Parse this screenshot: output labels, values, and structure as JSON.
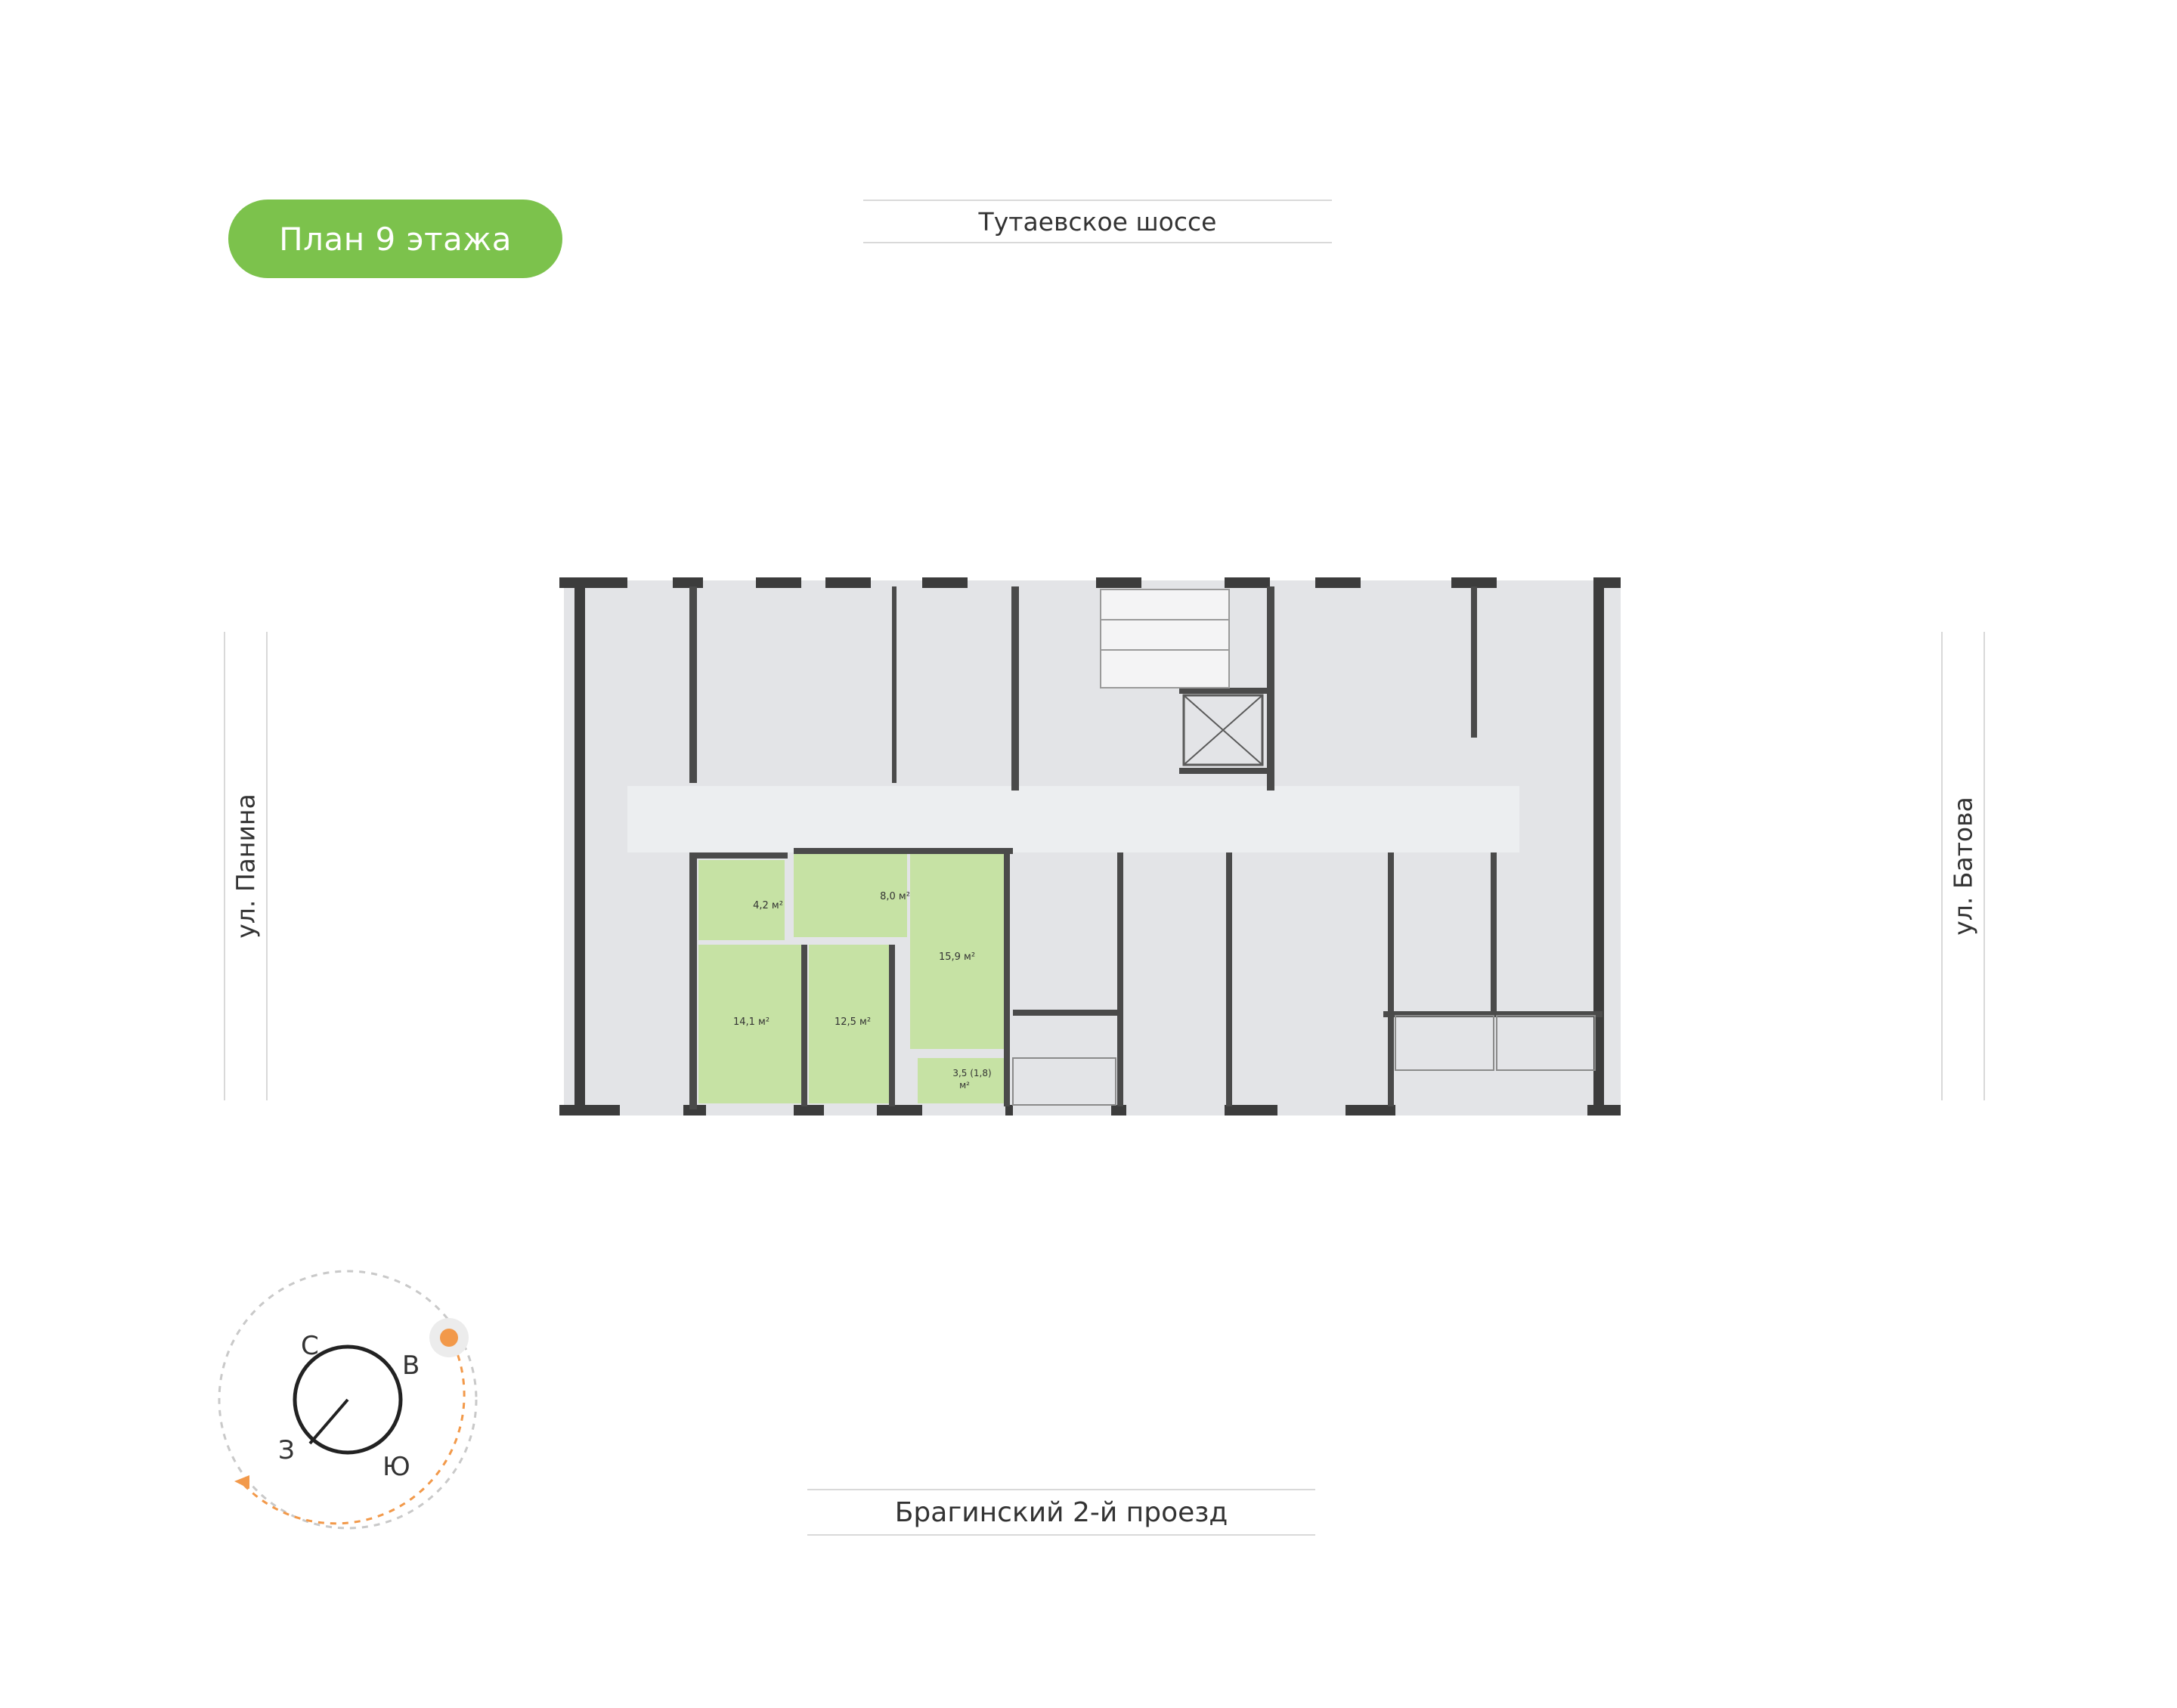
{
  "floor_badge": {
    "label": "План 9 этажа",
    "color": "#7cc24c"
  },
  "streets": {
    "top": "Тутаевское шоссе",
    "bottom": "Брагинский 2-й проезд",
    "left": "ул. Панина",
    "right": "ул. Батова"
  },
  "apartment": {
    "highlight_color": "#c6e2a4",
    "rooms": [
      {
        "area": "4,2 м²"
      },
      {
        "area": "8,0 м²"
      },
      {
        "area": "15,9 м²"
      },
      {
        "area": "14,1 м²"
      },
      {
        "area": "12,5 м²"
      },
      {
        "area": "3,5 (1,8)",
        "unit": "м²"
      }
    ]
  },
  "compass": {
    "north": "С",
    "east": "В",
    "south": "Ю",
    "west": "З",
    "sun_color": "#f2994a"
  }
}
